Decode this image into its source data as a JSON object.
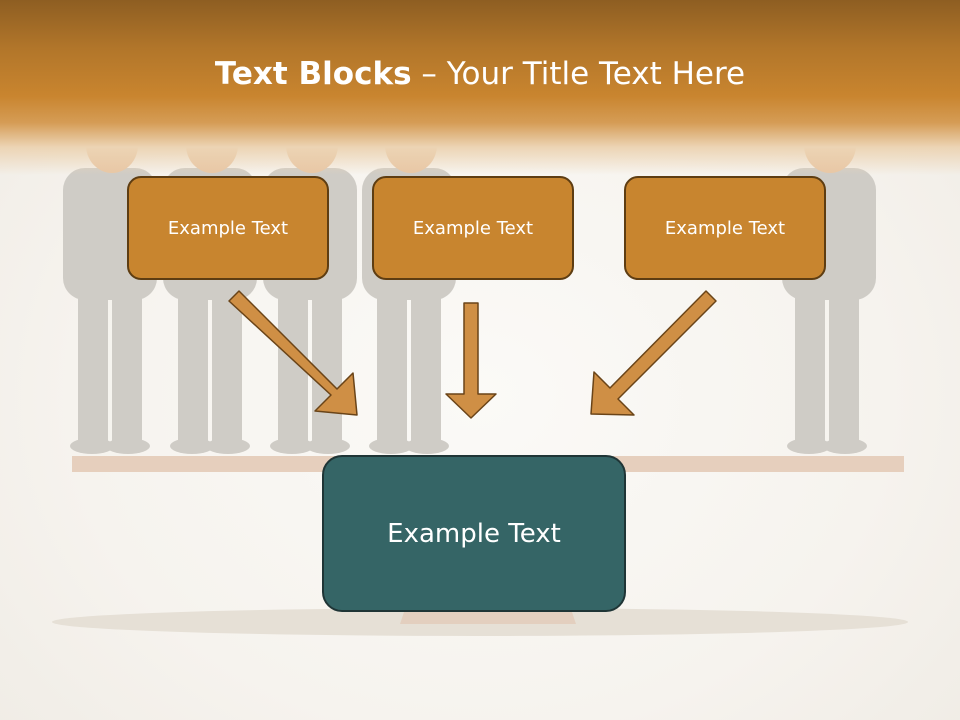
{
  "slide": {
    "title_bold": "Text Blocks",
    "title_dash": " – ",
    "title_rest": "Your Title Text Here"
  },
  "blocks": {
    "top_left": "Example Text",
    "top_center": "Example Text",
    "top_right": "Example Text",
    "bottom": "Example Text"
  },
  "colors": {
    "header_orange": "#c8852f",
    "box_orange": "#c8852f",
    "box_border": "#5e3d12",
    "box_teal": "#356566",
    "arrow_fill": "#cf8f45"
  },
  "icons": [
    "businessman-figure",
    "down-right-arrow",
    "down-arrow",
    "down-left-arrow"
  ]
}
